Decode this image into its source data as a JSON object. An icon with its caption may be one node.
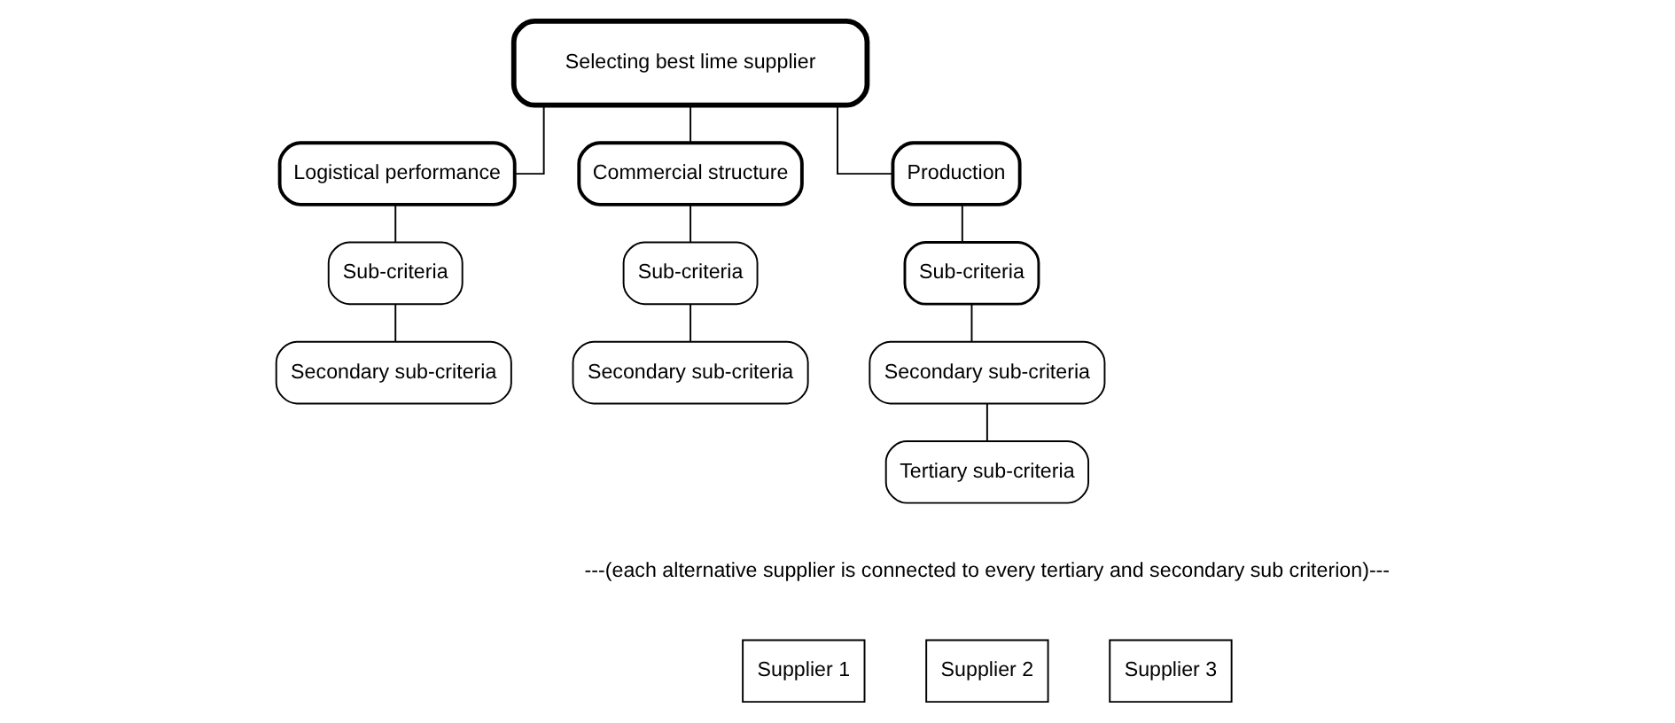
{
  "diagram": {
    "nodes": [
      {
        "text": [
          "Selecting best lime supplier"
        ]
      },
      {
        "text": [
          "Logistical performance"
        ]
      },
      {
        "text": [
          "Commercial structure"
        ]
      },
      {
        "text": [
          "Production"
        ]
      },
      {
        "text": [
          "Sub-criteria"
        ]
      },
      {
        "text": [
          "Secondary sub-criteria"
        ]
      },
      {
        "text": [
          "Sub-criteria"
        ]
      },
      {
        "text": [
          "Secondary sub-criteria"
        ]
      },
      {
        "text": [
          "Sub-criteria"
        ]
      },
      {
        "text": [
          "Secondary sub-criteria"
        ]
      },
      {
        "text": [
          "Tertiary sub-criteria"
        ]
      },
      {
        "text": [
          "Supplier 1"
        ]
      },
      {
        "text": [
          "Supplier 2"
        ]
      },
      {
        "text": [
          "Supplier 3"
        ]
      }
    ],
    "edges": [
      {
        "from": 0,
        "to": 1,
        "arrow": "none"
      },
      {
        "from": 0,
        "to": 2,
        "arrow": "none"
      },
      {
        "from": 0,
        "to": 3,
        "arrow": "none"
      },
      {
        "from": 1,
        "to": 4,
        "arrow": "none"
      },
      {
        "from": 4,
        "to": 5,
        "arrow": "none"
      },
      {
        "from": 2,
        "to": 6,
        "arrow": "none"
      },
      {
        "from": 6,
        "to": 7,
        "arrow": "none"
      },
      {
        "from": 3,
        "to": 8,
        "arrow": "none"
      },
      {
        "from": 8,
        "to": 9,
        "arrow": "none"
      },
      {
        "from": 9,
        "to": 10,
        "arrow": "none"
      }
    ],
    "labels": [
      "---(each alternative supplier is connected to every tertiary and secondary sub criterion)---"
    ]
  }
}
